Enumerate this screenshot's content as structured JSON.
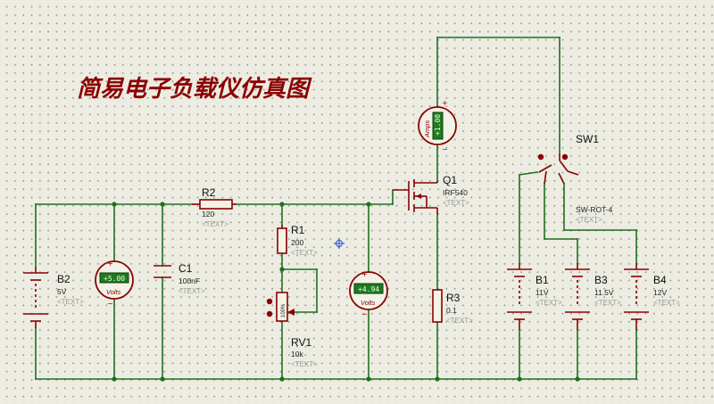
{
  "title": "简易电子负载仪仿真图",
  "components": {
    "b2": {
      "ref": "B2",
      "value": "5V",
      "placeholder": "<TEXT>"
    },
    "c1": {
      "ref": "C1",
      "value": "100nF",
      "placeholder": "<TEXT>"
    },
    "r2": {
      "ref": "R2",
      "value": "120",
      "placeholder": "<TEXT>"
    },
    "r1": {
      "ref": "R1",
      "value": "200",
      "placeholder": "<TEXT>"
    },
    "rv1": {
      "ref": "RV1",
      "value": "10k",
      "placeholder": "<TEXT>",
      "percent": "100%"
    },
    "q1": {
      "ref": "Q1",
      "value": "IRF540",
      "placeholder": "<TEXT>"
    },
    "r3": {
      "ref": "R3",
      "value": "0.1",
      "placeholder": "<TEXT>"
    },
    "sw1": {
      "ref": "SW1",
      "value": "SW-ROT-4",
      "placeholder": "<TEXT>"
    },
    "b1": {
      "ref": "B1",
      "value": "11V",
      "placeholder": "<TEXT>"
    },
    "b3": {
      "ref": "B3",
      "value": "11.5V",
      "placeholder": "<TEXT>"
    },
    "b4": {
      "ref": "B4",
      "value": "12V",
      "placeholder": "<TEXT>"
    }
  },
  "meters": {
    "volt_left": {
      "reading": "+5.00",
      "unit": "Volts"
    },
    "volt_right": {
      "reading": "+4.94",
      "unit": "Volts"
    },
    "ammeter": {
      "reading": "+1.00",
      "unit": "Amps"
    }
  },
  "colors": {
    "wire": "#1f6f1f",
    "component": "#8b0000",
    "display": "#1f7a1f"
  }
}
